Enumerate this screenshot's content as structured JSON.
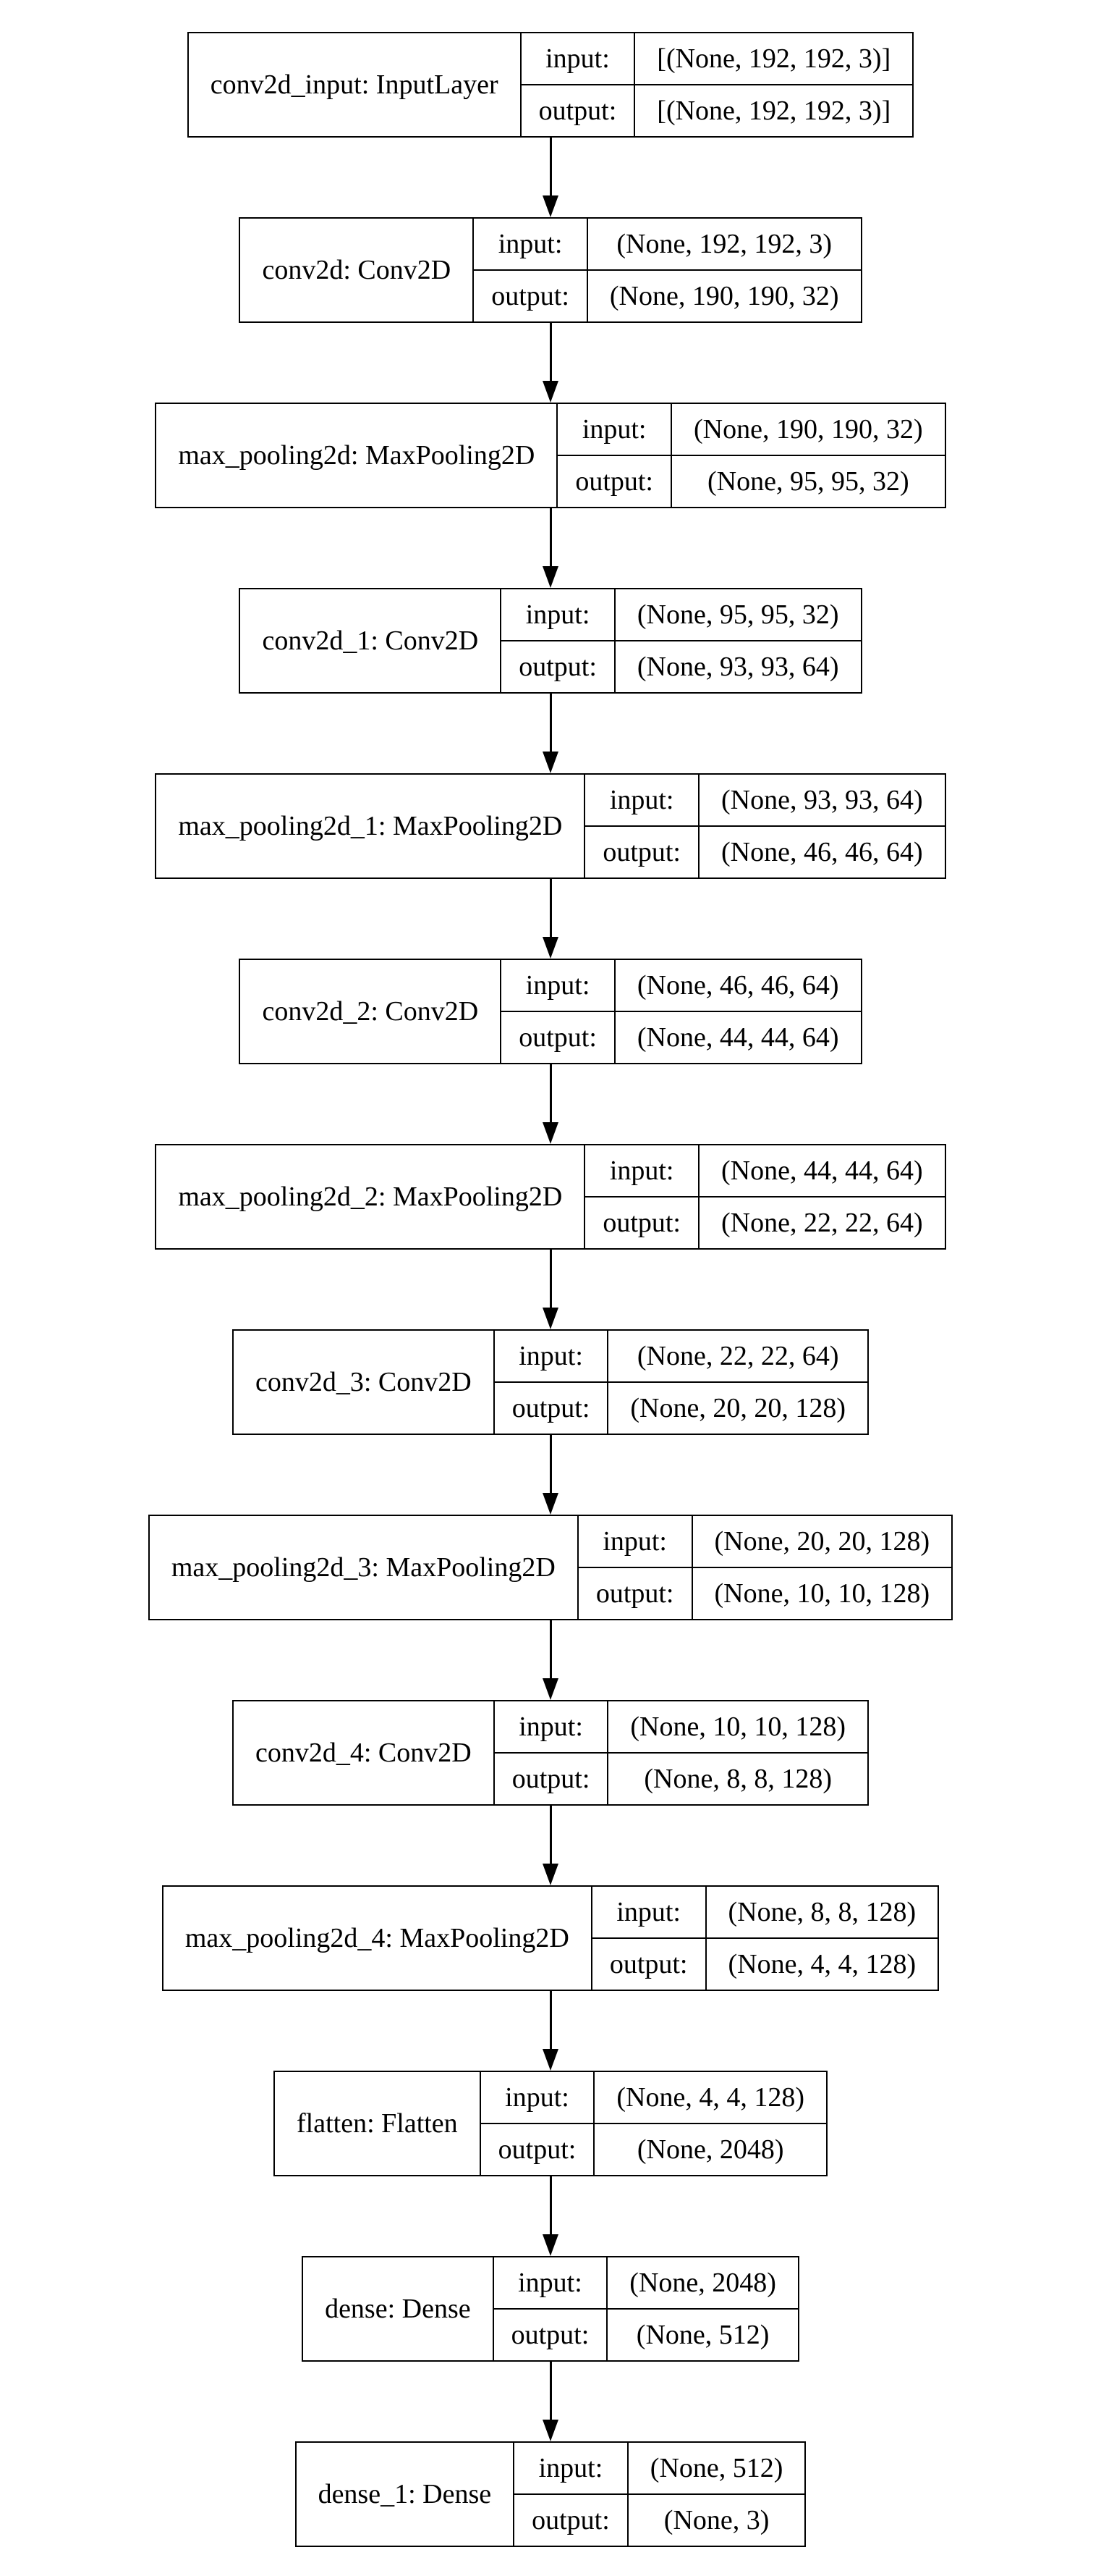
{
  "diagram": {
    "colors": {
      "background": "#ffffff",
      "border": "#000000",
      "text": "#000000"
    },
    "labels": {
      "input": "input:",
      "output": "output:"
    },
    "nodes": [
      {
        "name": "conv2d_input: InputLayer",
        "input": "[(None, 192, 192, 3)]",
        "output": "[(None, 192, 192, 3)]"
      },
      {
        "name": "conv2d: Conv2D",
        "input": "(None, 192, 192, 3)",
        "output": "(None, 190, 190, 32)"
      },
      {
        "name": "max_pooling2d: MaxPooling2D",
        "input": "(None, 190, 190, 32)",
        "output": "(None, 95, 95, 32)"
      },
      {
        "name": "conv2d_1: Conv2D",
        "input": "(None, 95, 95, 32)",
        "output": "(None, 93, 93, 64)"
      },
      {
        "name": "max_pooling2d_1: MaxPooling2D",
        "input": "(None, 93, 93, 64)",
        "output": "(None, 46, 46, 64)"
      },
      {
        "name": "conv2d_2: Conv2D",
        "input": "(None, 46, 46, 64)",
        "output": "(None, 44, 44, 64)"
      },
      {
        "name": "max_pooling2d_2: MaxPooling2D",
        "input": "(None, 44, 44, 64)",
        "output": "(None, 22, 22, 64)"
      },
      {
        "name": "conv2d_3: Conv2D",
        "input": "(None, 22, 22, 64)",
        "output": "(None, 20, 20, 128)"
      },
      {
        "name": "max_pooling2d_3: MaxPooling2D",
        "input": "(None, 20, 20, 128)",
        "output": "(None, 10, 10, 128)"
      },
      {
        "name": "conv2d_4: Conv2D",
        "input": "(None, 10, 10, 128)",
        "output": "(None, 8, 8, 128)"
      },
      {
        "name": "max_pooling2d_4: MaxPooling2D",
        "input": "(None, 8, 8, 128)",
        "output": "(None, 4, 4, 128)"
      },
      {
        "name": "flatten: Flatten",
        "input": "(None, 4, 4, 128)",
        "output": "(None, 2048)"
      },
      {
        "name": "dense: Dense",
        "input": "(None, 2048)",
        "output": "(None, 512)"
      },
      {
        "name": "dense_1: Dense",
        "input": "(None, 512)",
        "output": "(None, 3)"
      }
    ]
  }
}
